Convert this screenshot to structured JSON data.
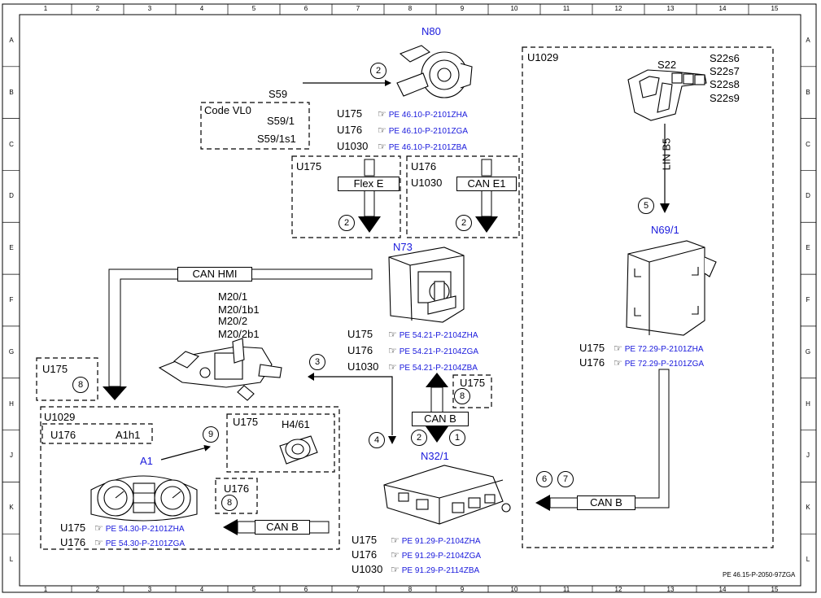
{
  "grid": {
    "columns": [
      "1",
      "2",
      "3",
      "4",
      "5",
      "6",
      "7",
      "8",
      "9",
      "10",
      "11",
      "12",
      "13",
      "14",
      "15"
    ],
    "rows": [
      "A",
      "B",
      "C",
      "D",
      "E",
      "F",
      "G",
      "H",
      "J",
      "K",
      "L"
    ]
  },
  "components": {
    "n80": "N80",
    "n73": "N73",
    "n69_1": "N69/1",
    "n32_1": "N32/1",
    "a1": "A1",
    "h4_61": "H4/61",
    "s22": "S22",
    "s22s6": "S22s6",
    "s22s7": "S22s7",
    "s22s8": "S22s8",
    "s22s9": "S22s9",
    "s59": "S59",
    "s59_1": "S59/1",
    "s59_1s1": "S59/1s1",
    "a1h1": "A1h1",
    "m20_1": "M20/1",
    "m20_1b1": "M20/1b1",
    "m20_2": "M20/2",
    "m20_2b1": "M20/2b1"
  },
  "groups": {
    "u1029_right": "U1029",
    "u1029_left": "U1029",
    "code_vl0": "Code VL0",
    "u175_flex": "U175",
    "u176_can": "U176",
    "u1030_can": "U1030",
    "u175_g": "U175",
    "u175_h": "U175",
    "u175_h4": "U175",
    "u176_a1": "U176",
    "u176_k": "U176"
  },
  "buses": {
    "flex_e": "Flex E",
    "can_e1": "CAN E1",
    "can_hmi": "CAN HMI",
    "can_b_mid": "CAN B",
    "can_b_right": "CAN B",
    "can_b_left": "CAN B",
    "lin_b5": "LIN B5"
  },
  "circles": {
    "c1": "1",
    "c2": "2",
    "c3": "3",
    "c4": "4",
    "c5": "5",
    "c6": "6",
    "c7": "7",
    "c8": "8",
    "c9": "9"
  },
  "references": {
    "n80": [
      {
        "variant": "U175",
        "doc": "PE 46.10-P-2101ZHA"
      },
      {
        "variant": "U176",
        "doc": "PE 46.10-P-2101ZGA"
      },
      {
        "variant": "U1030",
        "doc": "PE 46.10-P-2101ZBA"
      }
    ],
    "n73": [
      {
        "variant": "U175",
        "doc": "PE 54.21-P-2104ZHA"
      },
      {
        "variant": "U176",
        "doc": "PE 54.21-P-2104ZGA"
      },
      {
        "variant": "U1030",
        "doc": "PE 54.21-P-2104ZBA"
      }
    ],
    "n69": [
      {
        "variant": "U175",
        "doc": "PE 72.29-P-2101ZHA"
      },
      {
        "variant": "U176",
        "doc": "PE 72.29-P-2101ZGA"
      }
    ],
    "a1": [
      {
        "variant": "U175",
        "doc": "PE 54.30-P-2101ZHA"
      },
      {
        "variant": "U176",
        "doc": "PE 54.30-P-2101ZGA"
      }
    ],
    "n32": [
      {
        "variant": "U175",
        "doc": "PE 91.29-P-2104ZHA"
      },
      {
        "variant": "U176",
        "doc": "PE 91.29-P-2104ZGA"
      },
      {
        "variant": "U1030",
        "doc": "PE 91.29-P-2114ZBA"
      }
    ]
  },
  "footer": "PE 46.15-P-2050-97ZGA",
  "colors": {
    "component_label": "#1a1adc",
    "line": "#000000"
  }
}
